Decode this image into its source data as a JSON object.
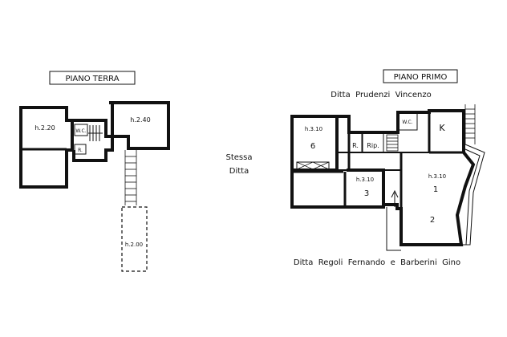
{
  "ground_floor": {
    "title": "PIANO TERRA",
    "rooms": {
      "left_room": "h.2.20",
      "right_room": "h.2.40",
      "wc": "W.C.",
      "rip": "R.",
      "annex": "h.2.00"
    }
  },
  "first_floor": {
    "title": "PIANO PRIMO",
    "neighbor_top": "Ditta  Prudenzi  Vincenzo",
    "neighbor_left_line1": "Stessa",
    "neighbor_left_line2": "Ditta",
    "neighbor_bottom": "Ditta  Regoli  Fernando  e  Barberini  Gino",
    "rooms": {
      "r6_height": "h.3.10",
      "r6_number": "6",
      "r_label": "R.",
      "rip_label": "Rip.",
      "wc": "W.C.",
      "kitchen": "K",
      "r1_height": "h.3.10",
      "r1_number": "1",
      "r2_number": "2",
      "r3_height": "h.3.10",
      "r3_number": "3"
    }
  }
}
